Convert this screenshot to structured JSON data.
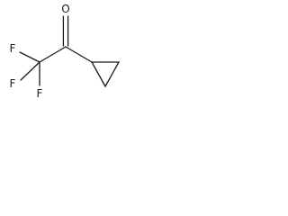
{
  "molecule": {
    "atoms": {
      "oxygen": "O",
      "fluorine_top": "F",
      "fluorine_left": "F",
      "fluorine_bottom": "F"
    },
    "colors": {
      "bond": "#1a1a1a",
      "label": "#1a1a1a",
      "background": "#ffffff"
    }
  }
}
